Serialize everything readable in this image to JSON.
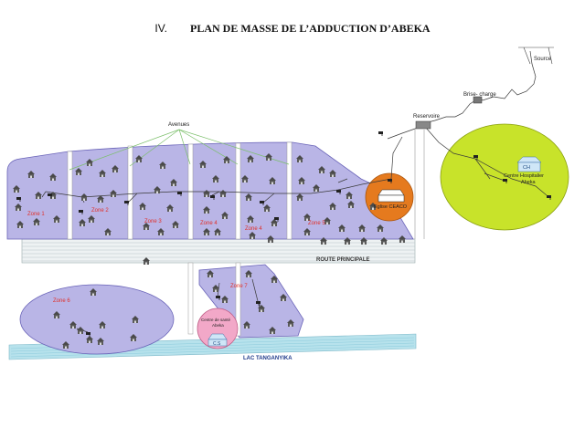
{
  "title": {
    "number": "IV.",
    "text": "PLAN DE MASSE DE L’ADDUCTION D’ABEKA"
  },
  "labels": {
    "source": "Source",
    "brise_charge": "Brise- charge",
    "reservoir": "Reservoire",
    "avenues": "Avenues",
    "route": "ROUTE PRINCIPALE",
    "lac": "LAC TANGANYIKA",
    "eglise": "Eglise CEACO",
    "centre_hospitalier": "Centre Hospitalier",
    "abeka": "Abeka",
    "ch": "CH",
    "centre_sante_line1": "Centre de santé",
    "centre_sante_line2": "Abeka",
    "cs": "C.S"
  },
  "zones": [
    "Zone 1",
    "Zone 2",
    "Zone 3",
    "Zone 4",
    "Zone 4",
    "Zone 5",
    "Zone 6",
    "Zone 7"
  ],
  "colors": {
    "zone_fill": "#b9b5e6",
    "zone_stroke": "#6a64b8",
    "hospital_area": "#c8e32a",
    "church_area": "#e57a1e",
    "health_center_area": "#f2a8c8",
    "lake_band": "#b7e2ec",
    "road_band": "#eef2f3",
    "pipe": "#3a3a3a",
    "avenue_line": "#7bbf6a",
    "zone_label": "#e0302a"
  }
}
